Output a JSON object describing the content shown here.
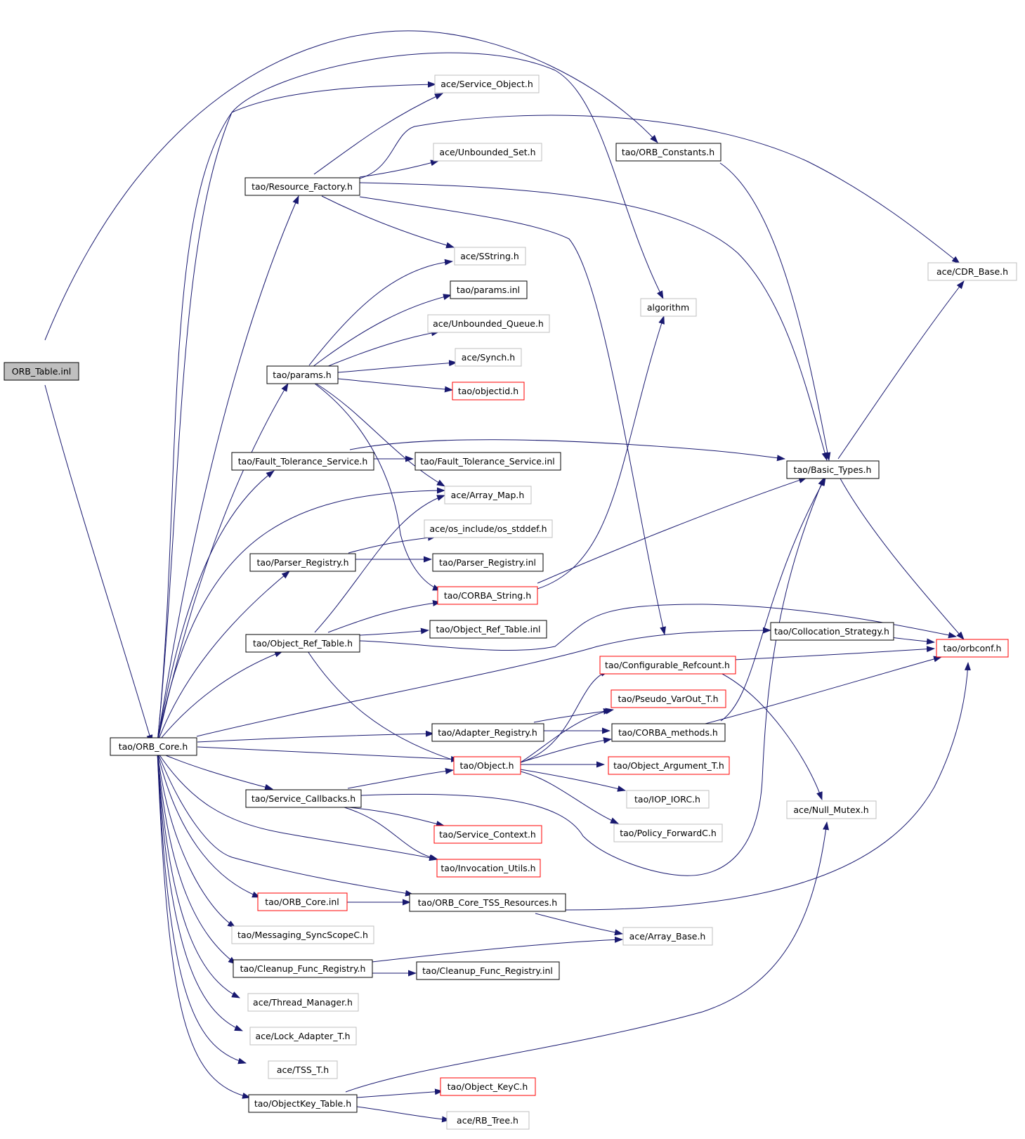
{
  "colors": {
    "edge": "#191970",
    "root_fill": "#bfbfbf",
    "border_normal": "#000000",
    "border_red": "#ff0000",
    "border_gray": "#bfbfbf"
  },
  "nodes": {
    "orb_table": "ORB_Table.inl",
    "orb_core": "tao/ORB_Core.h",
    "resource_factory": "tao/Resource_Factory.h",
    "service_object": "ace/Service_Object.h",
    "unbounded_set": "ace/Unbounded_Set.h",
    "orb_constants": "tao/ORB_Constants.h",
    "cdr_base": "ace/CDR_Base.h",
    "sstring": "ace/SString.h",
    "params_inl": "tao/params.inl",
    "unbounded_queue": "ace/Unbounded_Queue.h",
    "synch": "ace/Synch.h",
    "objectid": "tao/objectid.h",
    "params_h": "tao/params.h",
    "algorithm": "algorithm",
    "fault_tolerance_h": "tao/Fault_Tolerance_Service.h",
    "fault_tolerance_inl": "tao/Fault_Tolerance_Service.inl",
    "basic_types": "tao/Basic_Types.h",
    "array_map": "ace/Array_Map.h",
    "os_stddef": "ace/os_include/os_stddef.h",
    "parser_registry_h": "tao/Parser_Registry.h",
    "parser_registry_inl": "tao/Parser_Registry.inl",
    "corba_string": "tao/CORBA_String.h",
    "object_ref_table_h": "tao/Object_Ref_Table.h",
    "object_ref_table_inl": "tao/Object_Ref_Table.inl",
    "collocation_strategy": "tao/Collocation_Strategy.h",
    "orbconf": "tao/orbconf.h",
    "configurable_refcount": "tao/Configurable_Refcount.h",
    "pseudo_varout": "tao/Pseudo_VarOut_T.h",
    "adapter_registry": "tao/Adapter_Registry.h",
    "corba_methods": "tao/CORBA_methods.h",
    "object_h": "tao/Object.h",
    "object_argument": "tao/Object_Argument_T.h",
    "iop_iorc": "tao/IOP_IORC.h",
    "null_mutex": "ace/Null_Mutex.h",
    "service_callbacks": "tao/Service_Callbacks.h",
    "policy_forwardc": "tao/Policy_ForwardC.h",
    "service_context": "tao/Service_Context.h",
    "invocation_utils": "tao/Invocation_Utils.h",
    "orb_core_inl": "tao/ORB_Core.inl",
    "orb_core_tss": "tao/ORB_Core_TSS_Resources.h",
    "messaging_syncscope": "tao/Messaging_SyncScopeC.h",
    "array_base": "ace/Array_Base.h",
    "cleanup_h": "tao/Cleanup_Func_Registry.h",
    "cleanup_inl": "tao/Cleanup_Func_Registry.inl",
    "thread_manager": "ace/Thread_Manager.h",
    "lock_adapter": "ace/Lock_Adapter_T.h",
    "tss_t": "ace/TSS_T.h",
    "objectkey_table": "tao/ObjectKey_Table.h",
    "object_keyc": "tao/Object_KeyC.h",
    "rb_tree": "ace/RB_Tree.h"
  }
}
